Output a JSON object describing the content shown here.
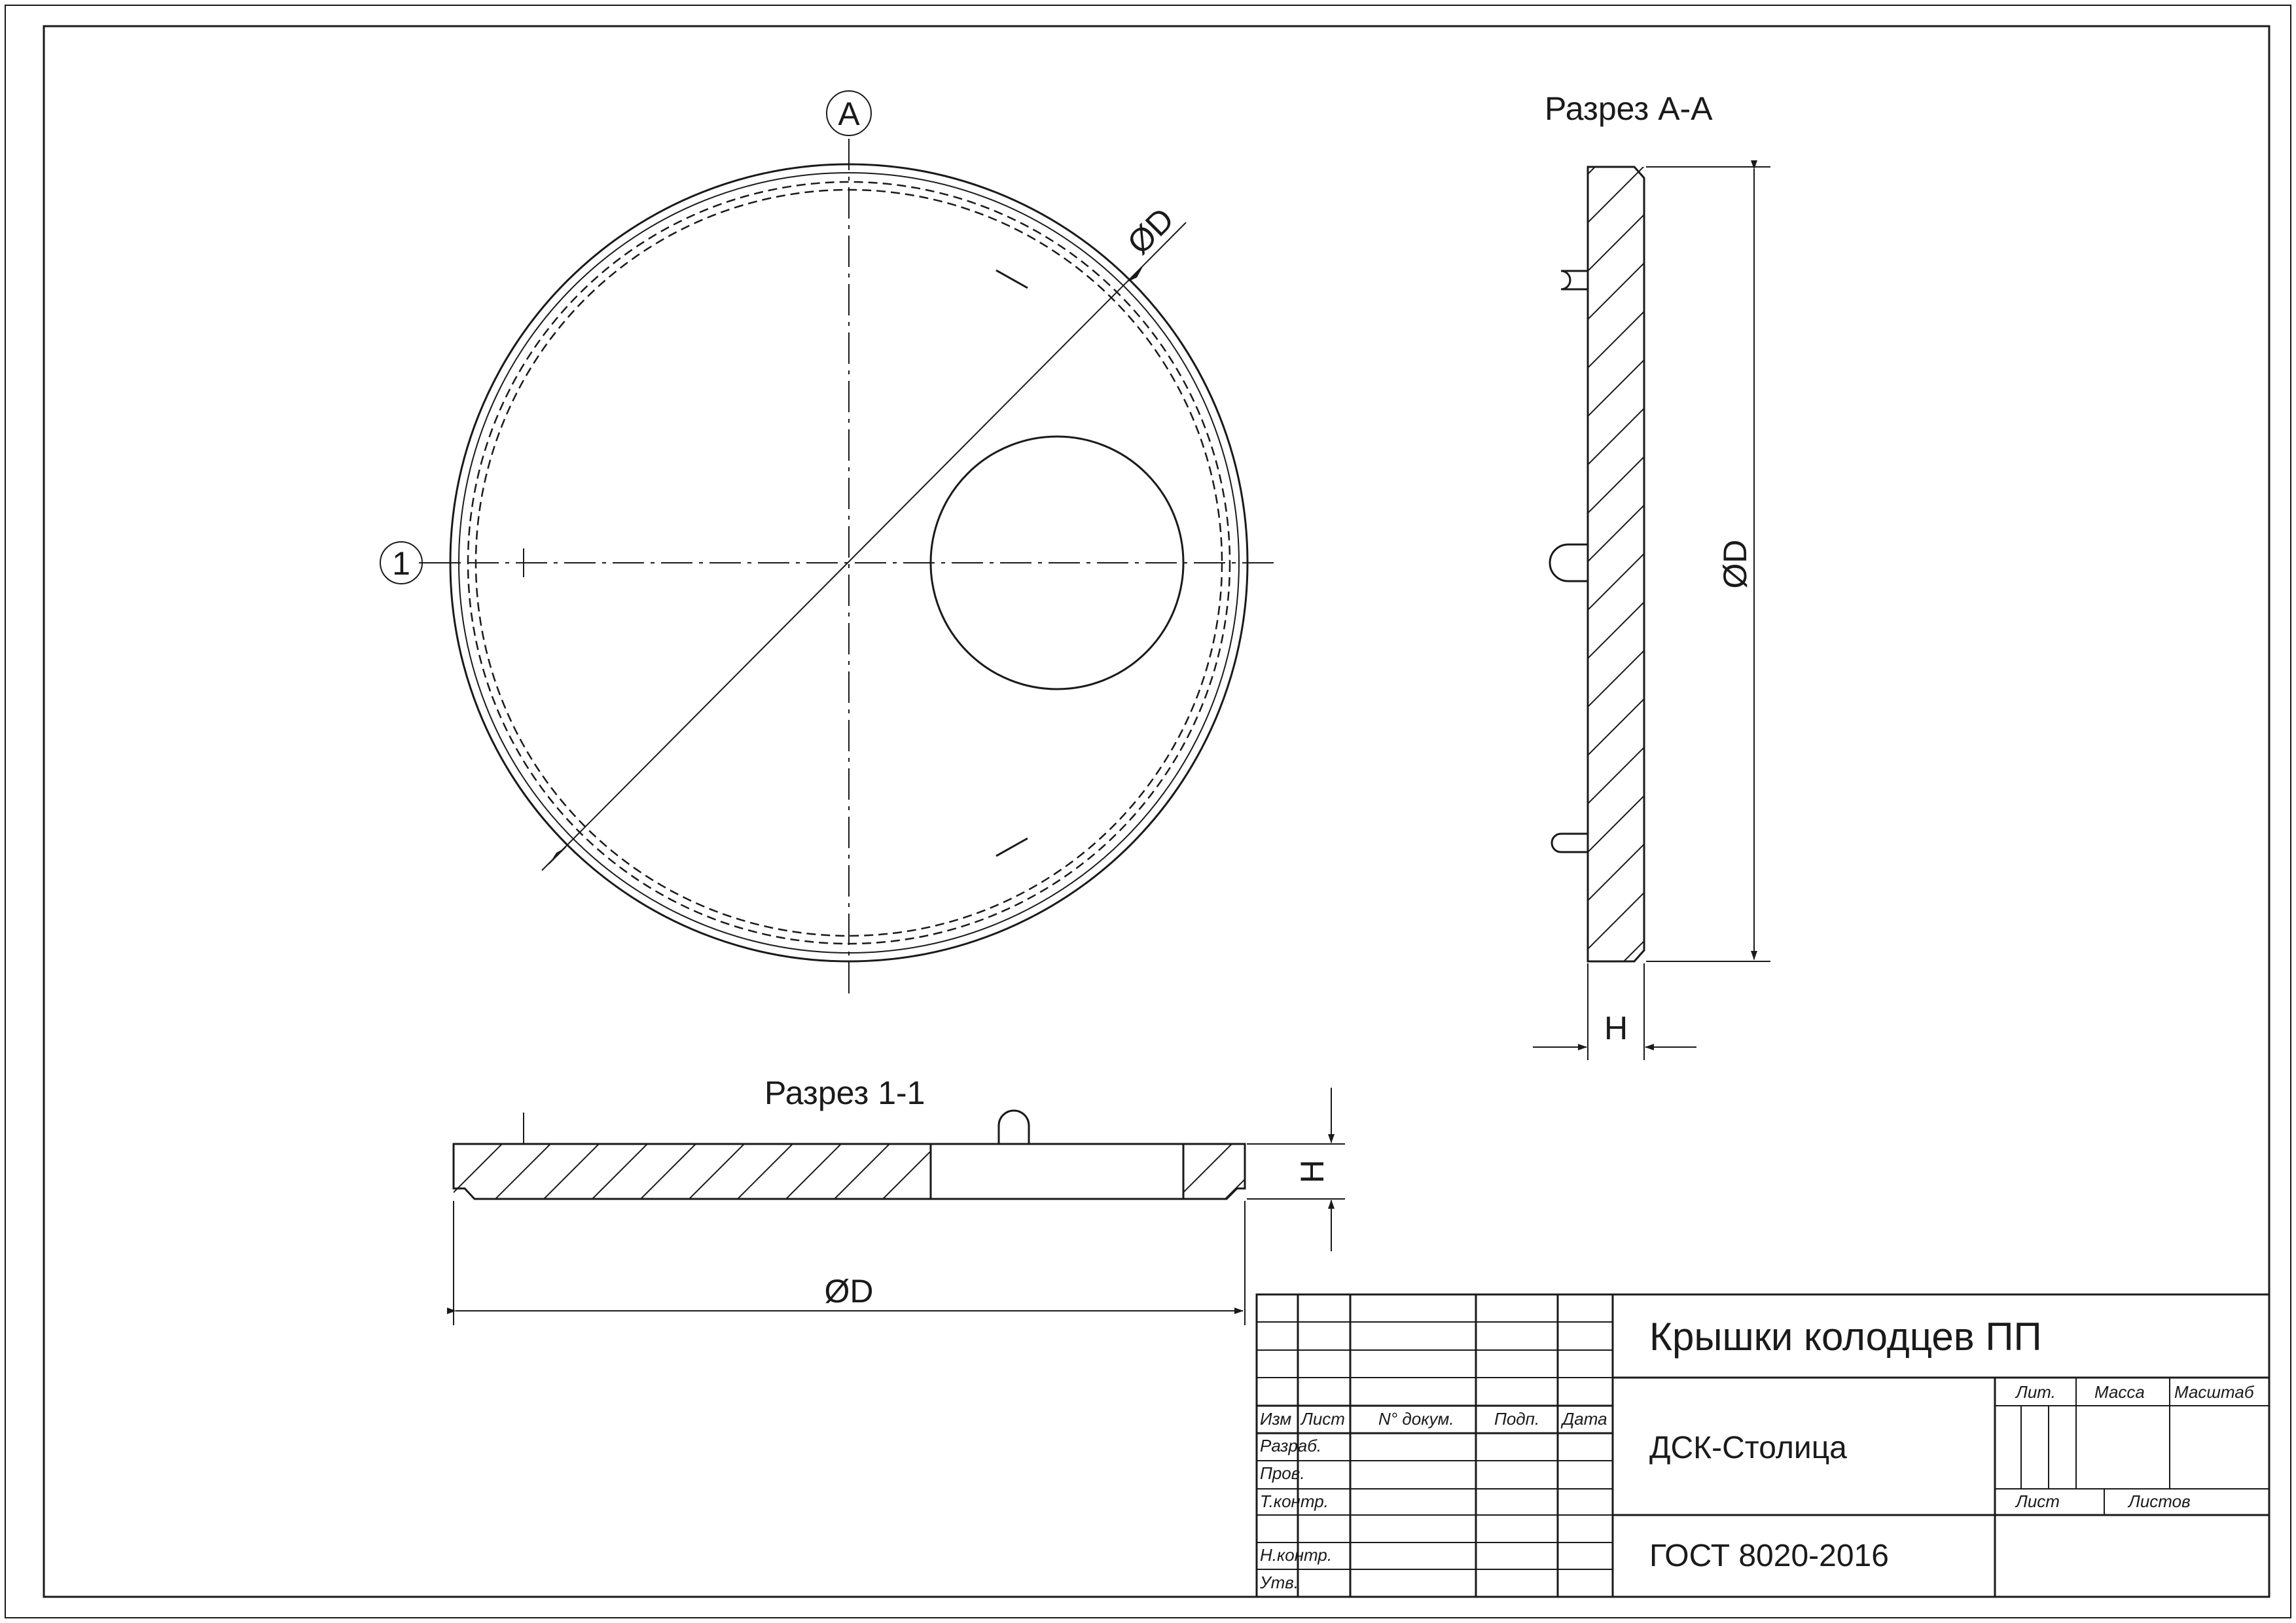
{
  "view_top": {
    "marker_a": "A",
    "marker_1": "1",
    "diameter_label": "ØD"
  },
  "section_aa": {
    "title": "Разрез А-А",
    "diameter_label": "ØD",
    "height_label": "H"
  },
  "section_11": {
    "title": "Разрез 1-1",
    "diameter_label": "ØD",
    "height_label": "H"
  },
  "title_block": {
    "title": "Крышки колодцев ПП",
    "organization": "ДСК-Столица",
    "standard": "ГОСТ 8020-2016",
    "col_izm": "Изм",
    "col_list": "Лист",
    "col_doc": "N° докум.",
    "col_sign": "Подп.",
    "col_date": "Дата",
    "row_razrab": "Разраб.",
    "row_prov": "Пров.",
    "row_tkontr": "Т.контр.",
    "row_nkontr": "Н.контр.",
    "row_utv": "Утв.",
    "lit": "Лит.",
    "massa": "Масса",
    "masshtab": "Масштаб",
    "list": "Лист",
    "listov": "Листов"
  }
}
